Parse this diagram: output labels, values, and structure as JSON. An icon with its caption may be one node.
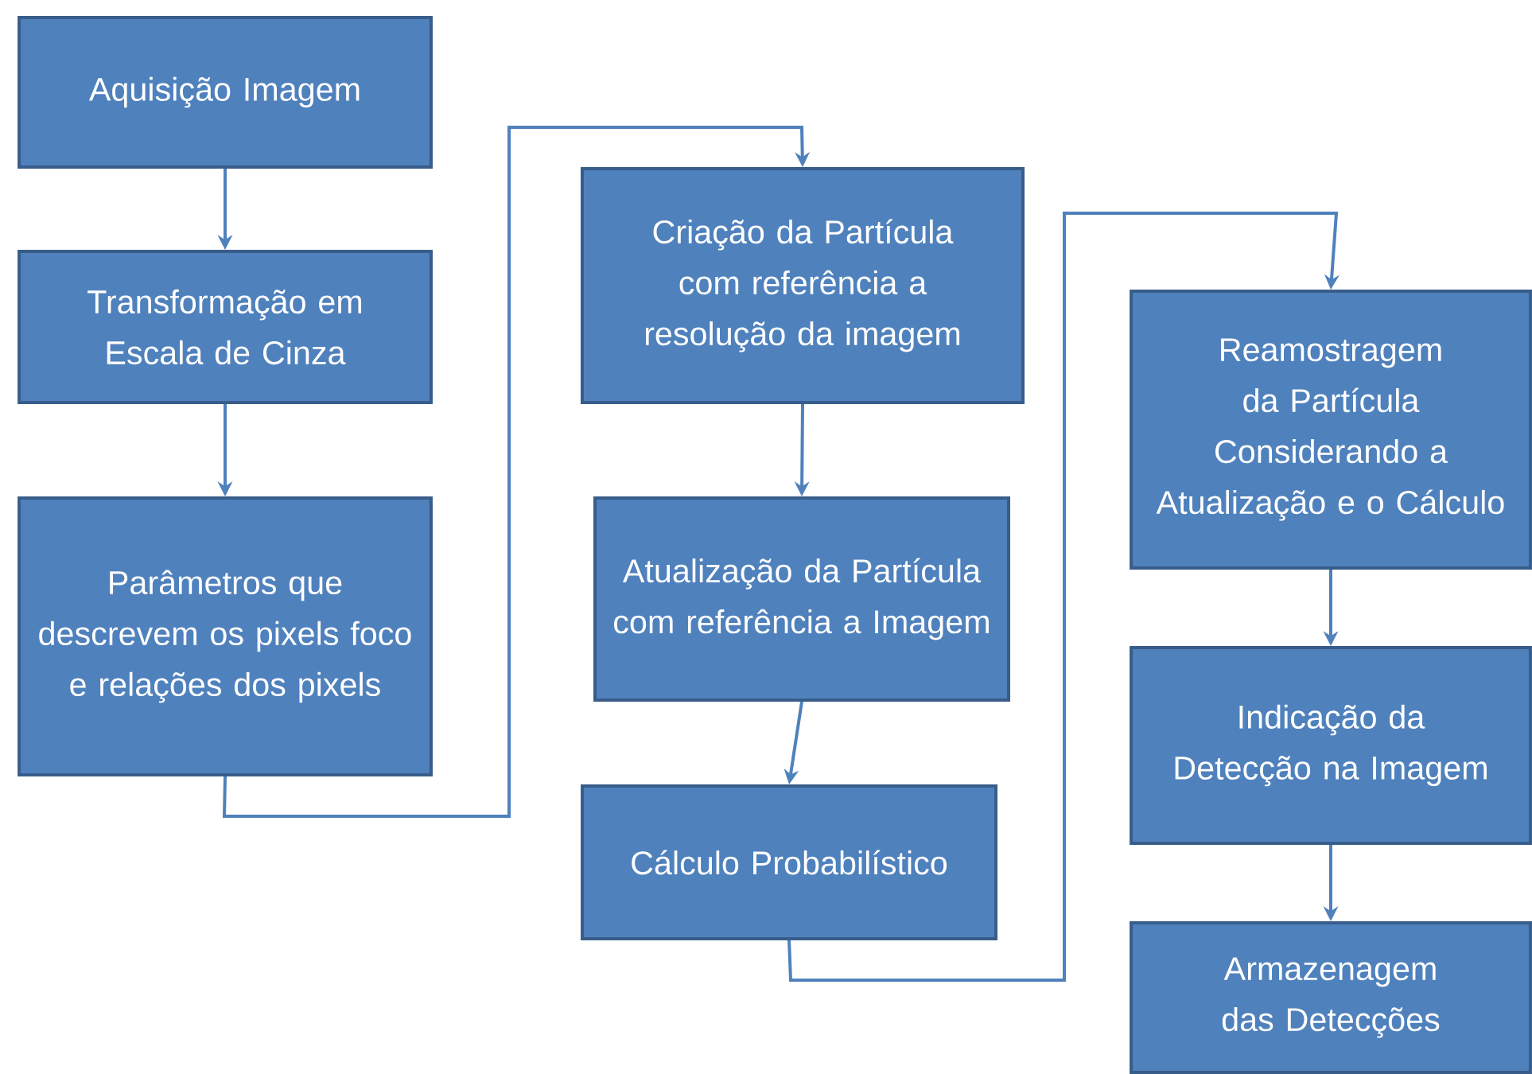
{
  "diagram": {
    "nodes": [
      {
        "text": [
          "Aquisição Imagem"
        ]
      },
      {
        "text": [
          "Transformação em Escala de Cinza"
        ]
      },
      {
        "text": [
          "Parâmetros que descrevem os pixels foco e relações dos pixels"
        ]
      },
      {
        "text": [
          "Criação da Partícula com referência a resolução da imagem"
        ]
      },
      {
        "text": [
          "Atualização da Partícula com referência a Imagem"
        ]
      },
      {
        "text": [
          "Cálculo Probabilístico"
        ]
      },
      {
        "text": [
          "Reamostragem da Partícula Considerando a Atualização e o Cálculo"
        ]
      },
      {
        "text": [
          "Indicação da Detecção na Imagem"
        ]
      },
      {
        "text": [
          "Armazenagem das Detecções"
        ]
      }
    ],
    "edges": [
      {
        "from": 0,
        "to": 1,
        "arrow": "to"
      },
      {
        "from": 1,
        "to": 2,
        "arrow": "to"
      },
      {
        "from": 2,
        "to": 3,
        "arrow": "to"
      },
      {
        "from": 3,
        "to": 4,
        "arrow": "to"
      },
      {
        "from": 4,
        "to": 5,
        "arrow": "to"
      },
      {
        "from": 5,
        "to": 6,
        "arrow": "to"
      },
      {
        "from": 6,
        "to": 7,
        "arrow": "to"
      },
      {
        "from": 7,
        "to": 8,
        "arrow": "to"
      }
    ]
  }
}
